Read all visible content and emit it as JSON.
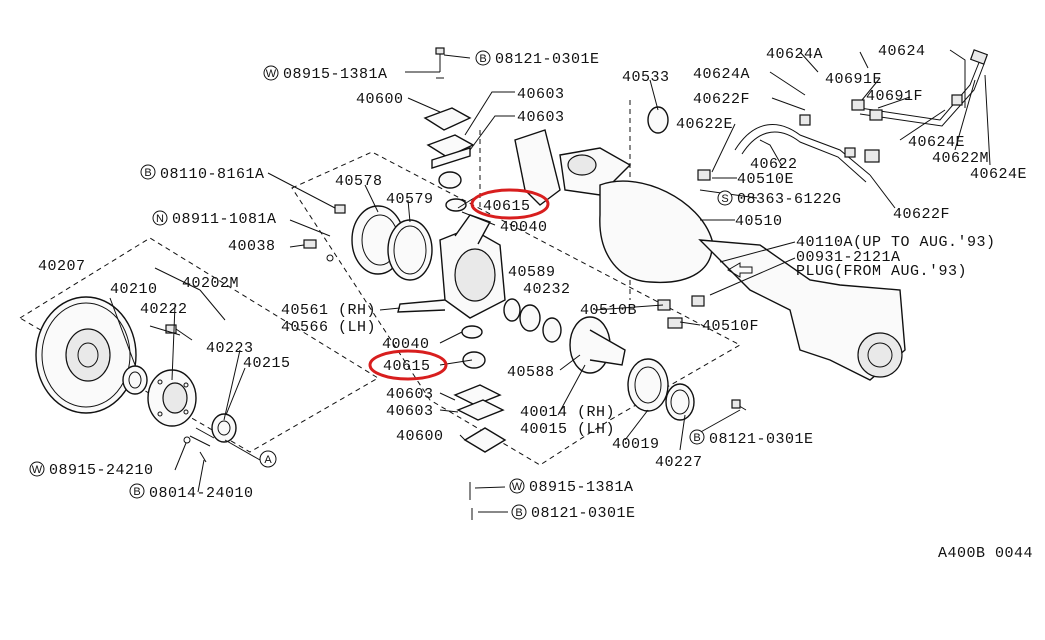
{
  "diagram": {
    "code": "A400B 0044",
    "callouts": {
      "w_08915_1381a_top": "08915-1381A",
      "b_08121_0301e_top": "08121-0301E",
      "p40600_top": "40600",
      "p40603_a": "40603",
      "p40603_b": "40603",
      "p40533": "40533",
      "p40624a_a": "40624A",
      "p40624a_b": "40624A",
      "p40624": "40624",
      "p40691e": "40691E",
      "p40691f": "40691F",
      "p40622f_a": "40622F",
      "p40622e_a": "40622E",
      "p40622": "40622",
      "p40510e": "40510E",
      "s_08363_6122g": "08363-6122G",
      "p40624e_a": "40624E",
      "p40622m": "40622M",
      "p40624e_b": "40624E",
      "p40622f_b": "40622F",
      "p40510": "40510",
      "b_08110_8161a": "08110-8161A",
      "p40578": "40578",
      "p40579": "40579",
      "p40615_top": "40615",
      "p40040_top": "40040",
      "n_08911_1081a": "08911-1081A",
      "p40038": "40038",
      "p40110a": "40110A(UP TO AUG.'93)",
      "p00931": "00931-2121A",
      "plug": "PLUG(FROM AUG.'93)",
      "p40207": "40207",
      "p40210": "40210",
      "p40202m": "40202M",
      "p40222": "40222",
      "p40589": "40589",
      "p40232": "40232",
      "p40561": "40561 (RH)",
      "p40566": "40566 (LH)",
      "p40510b": "40510B",
      "p40510f": "40510F",
      "p40223": "40223",
      "p40215": "40215",
      "p40040_bot": "40040",
      "p40615_bot": "40615",
      "p40588": "40588",
      "p40603_c": "40603",
      "p40603_d": "40603",
      "p40014": "40014 (RH)",
      "p40015": "40015 (LH)",
      "b_08121_0301e_mid": "08121-0301E",
      "p40600_bot": "40600",
      "p40019": "40019",
      "p40227": "40227",
      "w_08915_24210": "08915-24210",
      "b_08014_24010": "08014-24010",
      "w_08915_1381a_bot": "08915-1381A",
      "b_08121_0301e_bot": "08121-0301E",
      "ref_a": "A"
    },
    "badges": {
      "w": "W",
      "b": "B",
      "n": "N",
      "s": "S"
    }
  }
}
